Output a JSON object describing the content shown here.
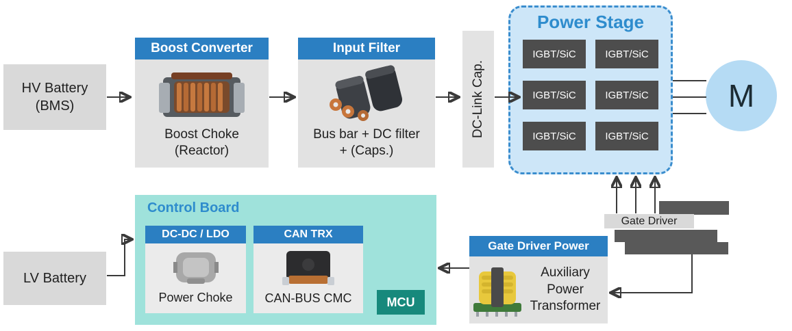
{
  "colors": {
    "header_blue": "#2b7fc2",
    "title_blue": "#2e8ccd",
    "panel_gray": "#e2e2e2",
    "battery_gray": "#d9d9d9",
    "power_stage_fill": "#cde6f8",
    "power_stage_border": "#3a8dce",
    "igbt_dark": "#4d4d4d",
    "motor_fill": "#b5dbf4",
    "control_board_teal": "#9fe2db",
    "mcu_teal": "#17897c",
    "gate_bar_dark": "#595959",
    "gate_bar_light": "#d9d9d9",
    "wire": "#3a3a3a"
  },
  "hv_battery": {
    "label": "HV Battery\n(BMS)"
  },
  "lv_battery": {
    "label": "LV Battery"
  },
  "boost_converter": {
    "title": "Boost Converter",
    "caption": "Boost Choke\n(Reactor)",
    "photo": "boost-choke-photo"
  },
  "input_filter": {
    "title": "Input Filter",
    "caption": "Bus bar + DC filter\n+ (Caps.)",
    "photo": "dc-filter-capacitors-photo"
  },
  "dc_link": {
    "label": "DC-Link Cap."
  },
  "power_stage": {
    "title": "Power Stage",
    "modules": [
      "IGBT/SiC",
      "IGBT/SiC",
      "IGBT/SiC",
      "IGBT/SiC",
      "IGBT/SiC",
      "IGBT/SiC"
    ]
  },
  "motor": {
    "label": "M"
  },
  "gate_driver": {
    "label": "Gate Driver"
  },
  "gate_driver_power": {
    "title": "Gate Driver Power",
    "caption": "Auxiliary\nPower\nTransformer",
    "photo": "auxiliary-power-transformer-photo"
  },
  "control_board": {
    "title": "Control Board",
    "dcdc_ldo": {
      "title": "DC-DC / LDO",
      "caption": "Power Choke",
      "photo": "power-choke-photo"
    },
    "can_trx": {
      "title": "CAN TRX",
      "caption": "CAN-BUS CMC",
      "photo": "can-bus-cmc-photo"
    },
    "mcu": {
      "label": "MCU"
    }
  }
}
